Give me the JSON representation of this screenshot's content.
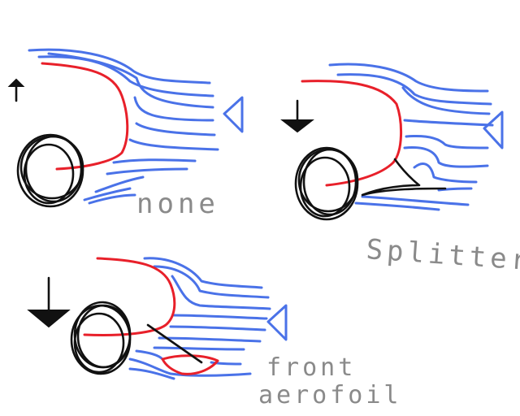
{
  "panels": [
    {
      "id": "none",
      "label": "none"
    },
    {
      "id": "splitter",
      "label": "Splitter"
    },
    {
      "id": "front-aerofoil",
      "label_line1": "front",
      "label_line2": "aerofoil"
    }
  ],
  "colors": {
    "airflow": "#4a72e8",
    "car_body": "#e8202a",
    "ink": "#111111",
    "label_text": "#8a8a8a",
    "background": "#ffffff"
  },
  "icons": {
    "lift_arrow": "up-arrow-icon",
    "downforce_arrow": "down-arrow-icon",
    "airflow_direction": "left-triangle-icon"
  }
}
